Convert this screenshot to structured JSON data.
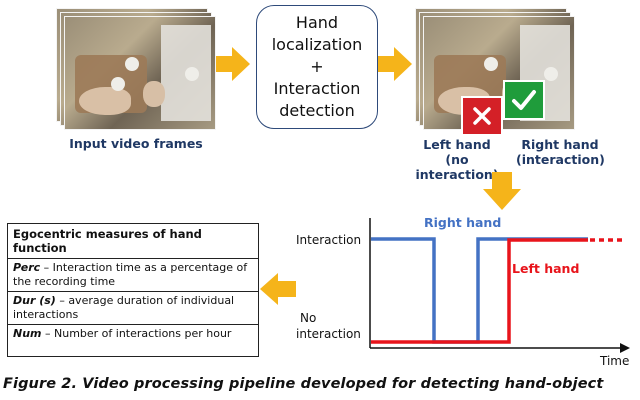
{
  "input_frames": {
    "label": "Input video frames"
  },
  "process_box": {
    "lines": [
      "Hand",
      "localization",
      "+",
      "Interaction",
      "detection"
    ]
  },
  "output_frames": {
    "left_label": "Left hand",
    "left_sub": "(no interaction)",
    "right_label": "Right hand",
    "right_sub": "(interaction)"
  },
  "colors": {
    "accent": "#f5b41a",
    "left": "#e8141b",
    "right": "#4472c4",
    "dark_blue": "#1f3864",
    "badge_red": "#d42027",
    "badge_green": "#1f9c3b"
  },
  "measures": {
    "title": "Egocentric measures of hand function",
    "items": [
      {
        "term": "Perc",
        "text": " – Interaction time as a percentage of the recording time"
      },
      {
        "term": "Dur (s)",
        "text": " – average duration of individual interactions"
      },
      {
        "term": "Num",
        "text": " – Number of interactions per hour"
      }
    ]
  },
  "timeline": {
    "y_top_label": "Interaction",
    "y_bottom_label_1": "No",
    "y_bottom_label_2": "interaction",
    "x_label": "Time",
    "right_series": "Right hand",
    "left_series": "Left hand"
  },
  "caption": "Figure 2. Video processing pipeline developed for detecting hand-object"
}
